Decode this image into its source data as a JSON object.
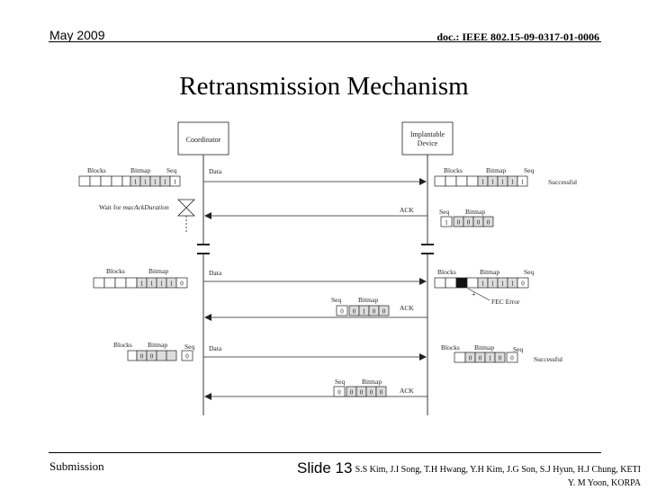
{
  "header": {
    "date": "May 2009",
    "doc": "doc.: IEEE 802.15-09-0317-01-0006"
  },
  "title": "Retransmission Mechanism",
  "footer": {
    "submission": "Submission",
    "slide": "Slide 13",
    "authors_line1": "S.S Kim, J.I Song, T.H Hwang, Y.H Kim, J.G Son, S.J Hyun, H.J Chung, KETI",
    "authors_line2": "Y. M Yoon, KORPA"
  },
  "diagram": {
    "coordinator": "Coordinator",
    "device_line1": "Implantable",
    "device_line2": "Device",
    "wait_prefix": "Wait for ",
    "wait_italic": "macAckDuration",
    "col_blocks": "Blocks",
    "col_bitmap": "Bitmap",
    "col_seq": "Seq",
    "msg_data": "Data",
    "msg_ack": "ACK",
    "successful": "Successful",
    "fec_error": "FEC Error",
    "row1_coord_bits": [
      "1",
      "1",
      "1",
      "1"
    ],
    "row1_coord_seq": "1",
    "row1_dev_bits": [
      "1",
      "1",
      "1",
      "1"
    ],
    "row1_dev_seq": "1",
    "ack1_seq": "1",
    "ack1_bits": [
      "0",
      "0",
      "0",
      "0"
    ],
    "row2_coord_bits": [
      "1",
      "1",
      "1",
      "1"
    ],
    "row2_coord_seq": "0",
    "row2_dev_bits": [
      "1",
      "1",
      "1",
      "1"
    ],
    "row2_dev_seq": "0",
    "ack2_seq": "0",
    "ack2_bits": [
      "0",
      "1",
      "0",
      "0"
    ],
    "row3_coord_bits": [
      "0",
      "0"
    ],
    "row3_coord_seq": "0",
    "row3_dev_bits": [
      "0",
      "0",
      "1",
      "0"
    ],
    "row3_dev_seq": "0",
    "ack3_seq": "0",
    "ack3_bits": [
      "0",
      "0",
      "0",
      "0"
    ]
  }
}
